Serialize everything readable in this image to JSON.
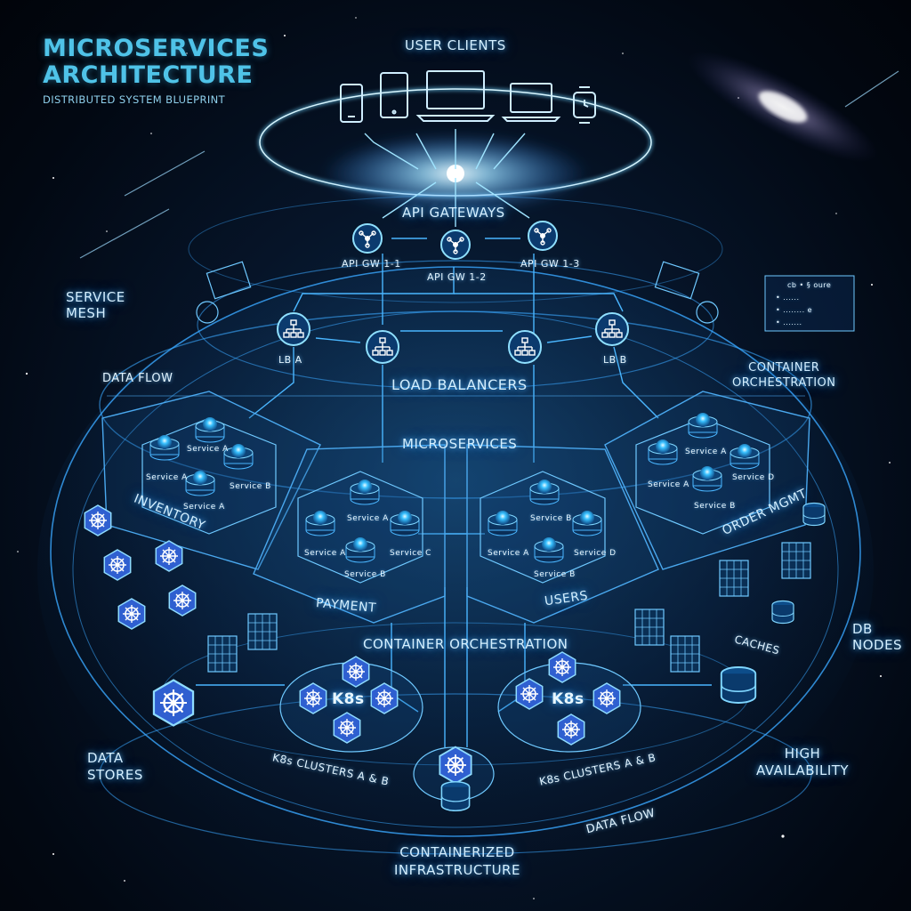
{
  "header": {
    "title_line1": "MICROSERVICES",
    "title_line2": "ARCHITECTURE",
    "subtitle": "DISTRIBUTED SYSTEM BLUEPRINT"
  },
  "labels": {
    "user_clients": "USER CLIENTS",
    "api_gateways": "API GATEWAYS",
    "api_gw_left": "API GW 1-1",
    "api_gw_center": "API GW 1-2",
    "api_gw_right": "API GW 1-3",
    "service_mesh_1": "SERVICE",
    "service_mesh_2": "MESH",
    "data_flow_left": "DATA FLOW",
    "lb_a": "LB A",
    "lb_b": "LB B",
    "load_balancers": "LOAD BALANCERS",
    "container_orch_right_1": "CONTAINER",
    "container_orch_right_2": "ORCHESTRATION",
    "microservices": "MICROSERVICES",
    "inventory": "INVENTORY",
    "payment": "PAYMENT",
    "users": "USERS",
    "order_mgmt": "ORDER MGMT",
    "container_orch_center": "CONTAINER ORCHESTRATION",
    "caches": "CACHES",
    "db_nodes_1": "DB",
    "db_nodes_2": "NODES",
    "data_stores_1": "DATA",
    "data_stores_2": "STORES",
    "k8s": "K8s",
    "k8s_clusters_left": "K8s CLUSTERS A & B",
    "k8s_clusters_right": "K8s CLUSTERS A & B",
    "high_availability_1": "HIGH",
    "high_availability_2": "AVAILABILITY",
    "data_flow_bottom": "DATA FLOW",
    "containerized_1": "CONTAINERIZED",
    "containerized_2": "INFRASTRUCTURE"
  },
  "panel_text": {
    "line1": "cb • § oure",
    "line2": "• ......",
    "line3": "• ........ e",
    "line4": "• ......."
  },
  "services": {
    "inventory": [
      "Service A",
      "Service A",
      "Service B",
      "Service A"
    ],
    "payment": [
      "Service A",
      "Service A",
      "Service C",
      "Service B"
    ],
    "users": [
      "Service B",
      "Service A",
      "Service D",
      "Service B"
    ],
    "order": [
      "Service A",
      "Service A",
      "Service D",
      "Service B"
    ]
  },
  "icons": {
    "clients": [
      "smartphone-icon",
      "tablet-icon",
      "laptop-icon",
      "laptop-icon",
      "smartwatch-icon"
    ],
    "gateway": "network-hub-icon",
    "load_balancer": "hierarchy-icon",
    "kubernetes": "helm-wheel-icon",
    "database": "database-icon",
    "server": "server-rack-icon"
  },
  "colors": {
    "glow": "#5ac8ff",
    "line": "#3aa8ff",
    "node_fill": "#0b3a6e",
    "k8s_fill": "#2f5fd0",
    "title": "#4fc3e8"
  }
}
